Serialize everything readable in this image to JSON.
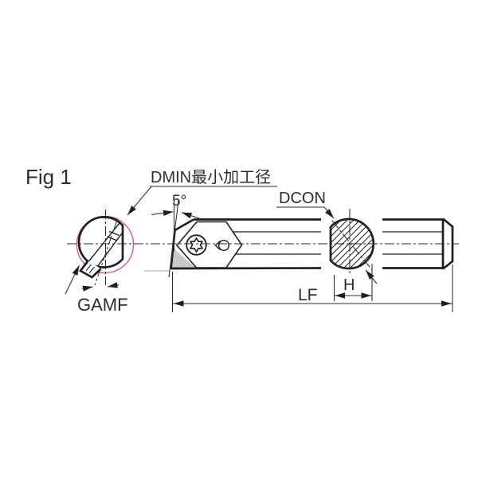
{
  "figure": {
    "label": "Fig 1"
  },
  "labels": {
    "dmin": "DMIN最小加工径",
    "angle": "5°",
    "dcon": "DCON",
    "lf": "LF",
    "h": "H",
    "gamf": "GAMF"
  },
  "colors": {
    "line": "#1f1f1f",
    "accent_pink": "#e84393",
    "fill_gray": "#c9c9c9",
    "background": "#ffffff"
  }
}
